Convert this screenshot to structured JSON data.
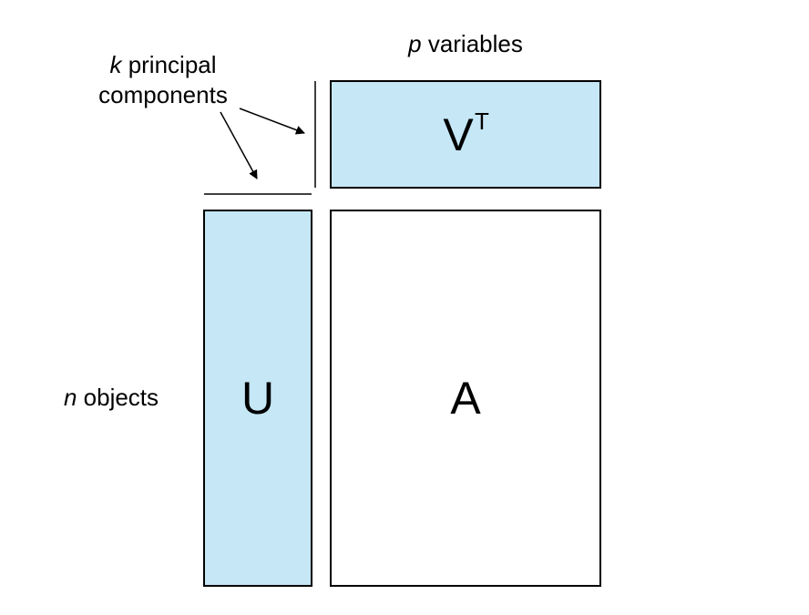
{
  "labels": {
    "p_var": "p",
    "p_text": " variables",
    "k_var": "k",
    "k_text": " principal",
    "components": "components",
    "n_var": "n",
    "n_text": " objects"
  },
  "matrices": {
    "vt_base": "V",
    "vt_sup": "T",
    "u": "U",
    "a": "A"
  },
  "colors": {
    "fill_light_blue": "#c5e7f6",
    "fill_white": "#ffffff",
    "stroke": "#000000"
  }
}
